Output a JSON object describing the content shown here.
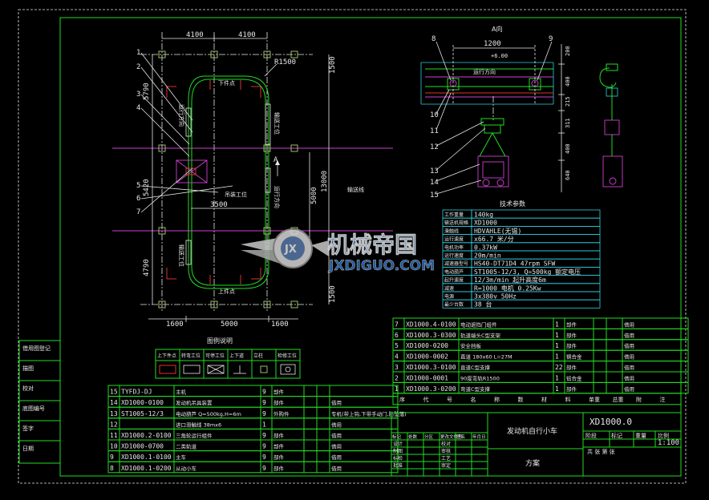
{
  "drawing": {
    "number": "XD1000.0",
    "name": "发动机自行小车",
    "scheme_label": "方案"
  },
  "plan_view": {
    "dims_top": [
      "4100",
      "4100"
    ],
    "dims_bottom": [
      "1600",
      "5000",
      "1600"
    ],
    "dims_left": [
      "5790",
      "5420",
      "4790"
    ],
    "dims_right_inner": [
      "5000",
      "13000"
    ],
    "dims_right_outer": [
      "1500",
      "1500"
    ],
    "dim_center": "3500",
    "radius": "R1500",
    "section_mark": "A",
    "callouts": [
      "1",
      "2",
      "3",
      "4",
      "5",
      "6",
      "7"
    ],
    "labels": {
      "load_station": "下件点",
      "unload_station": "上件点",
      "move_dir": "运行方向",
      "lift_station": "吊装工位",
      "right_note": "输送线",
      "left_vertical": "输送工位",
      "right_vertical_a": "输送工位",
      "right_vertical_b": "运行方向"
    }
  },
  "side_view": {
    "title": "A向",
    "dim_span": "1200",
    "level": "+6.00",
    "dims_right": [
      "200",
      "400",
      "215",
      "311",
      "400",
      "640"
    ],
    "move_dir": "运行方向",
    "callouts": [
      "8",
      "9",
      "10",
      "11",
      "12",
      "13",
      "14",
      "15"
    ]
  },
  "tech_params": {
    "title": "技术参数",
    "rows": [
      {
        "k": "工作重量",
        "v": "140kg"
      },
      {
        "k": "输送机规格",
        "v": "XD1000"
      },
      {
        "k": "滑触线",
        "v": "HDVAHLE(无锡)"
      },
      {
        "k": "运行速度",
        "v": "x66.7 米/分"
      },
      {
        "k": "电机功率",
        "v": "0.37kW"
      },
      {
        "k": "运行速度",
        "v": "20m/min"
      },
      {
        "k": "减速器型号",
        "v": "HS40-DT71D4 47rpm SFW"
      },
      {
        "k": "电动葫芦",
        "v": "ST1005-12/3, Q=500kg 额定电压"
      },
      {
        "k": "起升速度",
        "v": "12/3m/min 起升高度6m"
      },
      {
        "k": "减速",
        "v": "R=1000 电机 0.25Kw"
      },
      {
        "k": "电源",
        "v": "3x380v 50Hz"
      },
      {
        "k": "最少台数",
        "v": "38 台"
      }
    ]
  },
  "legend": {
    "title": "图例说明",
    "items": [
      {
        "label": "上下件点",
        "sym": "rect-red"
      },
      {
        "label": "转弯工位",
        "sym": "rect"
      },
      {
        "label": "可停工位",
        "sym": "cross"
      },
      {
        "label": "上下道",
        "sym": "tee"
      },
      {
        "label": "立柱",
        "sym": "post"
      },
      {
        "label": "检修工位",
        "sym": "circle-box"
      }
    ]
  },
  "side_stamp": {
    "rows": [
      "借用图登记",
      "描图",
      "校对",
      "底图编号",
      "签字",
      "日期"
    ]
  },
  "bom_left": {
    "rows": [
      {
        "no": "15",
        "code": "TYFDJ-DJ",
        "name": "主机",
        "qty": "9",
        "mat": "部件",
        "note": ""
      },
      {
        "no": "14",
        "code": "XD1000-0100",
        "name": "发动机吊具装置",
        "qty": "9",
        "mat": "部件",
        "note": "借用"
      },
      {
        "no": "13",
        "code": "ST1005-12/3",
        "name": "电动葫芦 Q=500kg,H=6m",
        "qty": "9",
        "mat": "外购件",
        "note": "专机(带上钩,下带手动门,防坠落)"
      },
      {
        "no": "12",
        "code": "",
        "name": "进口滑触线 38mx6",
        "qty": "1",
        "mat": "",
        "note": "借用"
      },
      {
        "no": "11",
        "code": "XD1000.2-0100",
        "name": "三角轮运行组件",
        "qty": "9",
        "mat": "部件",
        "note": "借用"
      },
      {
        "no": "10",
        "code": "XD1000-0700",
        "name": "二类轨道",
        "qty": "9",
        "mat": "部件",
        "note": "借用"
      },
      {
        "no": "9",
        "code": "XD1000.1-0100",
        "name": "主车",
        "qty": "9",
        "mat": "部件",
        "note": "借用"
      },
      {
        "no": "8",
        "code": "XD1000.1-0200",
        "name": "从动小车",
        "qty": "9",
        "mat": "部件",
        "note": "借用"
      }
    ]
  },
  "bom_right": {
    "rows": [
      {
        "no": "7",
        "code": "XD1000.4-0100",
        "name": "电动遮挡门组件",
        "qty": "1",
        "mat": "部件",
        "note": "借用"
      },
      {
        "no": "6",
        "code": "XD1000.3-0300",
        "name": "轨道端头C型支架",
        "qty": "1",
        "mat": "部件",
        "note": "借用"
      },
      {
        "no": "5",
        "code": "XD1000-0200",
        "name": "安全挡板",
        "qty": "1",
        "mat": "部件",
        "note": "借用"
      },
      {
        "no": "4",
        "code": "XD1000-0002",
        "name": "直道 180x60 L=27M",
        "qty": "1",
        "mat": "钢合金",
        "note": "借用"
      },
      {
        "no": "3",
        "code": "XD1000.3-0100",
        "name": "直道C型支撑",
        "qty": "22",
        "mat": "部件",
        "note": "借用"
      },
      {
        "no": "2",
        "code": "XD1000-0001",
        "name": "90度弯轨R1500",
        "qty": "1",
        "mat": "铝合金",
        "note": "借用"
      },
      {
        "no": "1",
        "code": "XD1000.3-0200",
        "name": "弯道C型支撑",
        "qty": "1",
        "mat": "部件",
        "note": "借用"
      }
    ],
    "headers": [
      "序",
      "代",
      "号",
      "名",
      "称",
      "数",
      "材",
      "料",
      "单重",
      "总重",
      "附",
      "注"
    ]
  },
  "title_block": {
    "labels": [
      "标记",
      "处数",
      "分区",
      "更改文件号",
      "签名",
      "年月日"
    ],
    "roles": [
      "设计",
      "校对",
      "制图",
      "审核",
      "标检",
      "工艺",
      "批准",
      "审定"
    ],
    "right_labels": [
      "阶段",
      "标记",
      "重量",
      "比例"
    ],
    "scale": "1:100",
    "sheet": "共 张 第 张"
  },
  "watermark": {
    "cn": "机械帝国",
    "en": "JXDIGUO.COM",
    "badge": "JX"
  }
}
